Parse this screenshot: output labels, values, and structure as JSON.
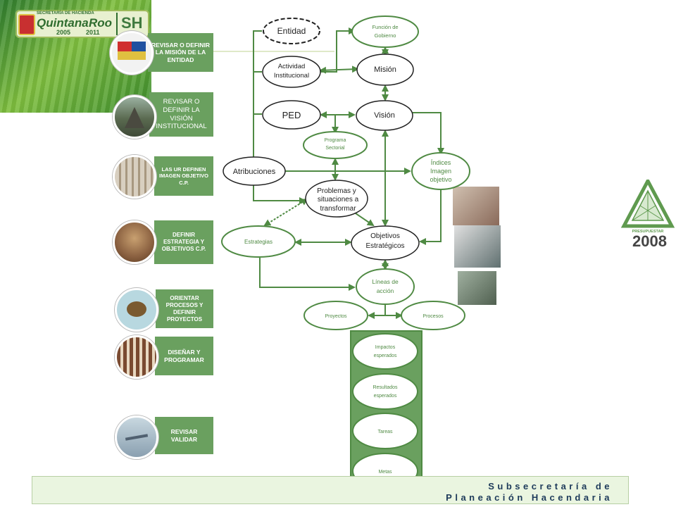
{
  "header": {
    "logo_line1": "SECRETARÍA DE HACIENDA",
    "logo_quintana": "Quintana",
    "logo_roo": "Roo",
    "logo_years_a": "2005",
    "logo_years_b": "2011",
    "logo_sh": "SH"
  },
  "steps": [
    {
      "label": "REVISAR O DEFINIR LA MISIÓN DE LA ENTIDAD",
      "photo": "flag-emblem-icon"
    },
    {
      "label": "REVISAR O DEFINIR LA VISIÓN INSTITUCIONAL",
      "photo": "pyramid-photo"
    },
    {
      "label": "LAS UR DEFINEN IMAGEN OBJETIVO C.P.",
      "photo": "group-photo"
    },
    {
      "label": "DEFINIR ESTRATEGIA Y OBJETIVOS C.P.",
      "photo": "battle-painting-photo"
    },
    {
      "label": "ORIENTAR PROCESOS Y DEFINIR PROYECTOS",
      "photo": "turtle-photo"
    },
    {
      "label": "DISEÑAR Y PROGRAMAR",
      "photo": "parade-photo"
    },
    {
      "label": "REVISAR VALIDAR",
      "photo": "aircraft-photo"
    }
  ],
  "diagram": {
    "entidad": "Entidad",
    "funcion_gobierno": [
      "Función de",
      "Gobierno"
    ],
    "actividad_institucional": [
      "Actividad",
      "Institucional"
    ],
    "mision": "Misión",
    "ped": "PED",
    "vision": "Visión",
    "programa_sectorial": [
      "Programa",
      "Sectorial"
    ],
    "atribuciones": "Atribuciones",
    "indices_imagen": [
      "Índices",
      "Imagen",
      "objetivo"
    ],
    "problemas": [
      "Problemas y",
      "situaciones a",
      "transformar"
    ],
    "estrategias": "Estrategias",
    "objetivos": [
      "Objetivos",
      "Estratégicos"
    ],
    "lineas_accion": [
      "Líneas de",
      "acción"
    ],
    "proyectos": "Proyectos",
    "procesos": "Procesos",
    "impactos": [
      "Impactos",
      "esperados"
    ],
    "resultados": [
      "Resultados",
      "esperados"
    ],
    "tareas": "Tareas",
    "metas": "Metas"
  },
  "side_logo": {
    "year": "2008",
    "caption": "PRESUPUESTAR"
  },
  "footer": {
    "line1": "Subsecretaría de",
    "line2": "Planeación Hacendaria"
  },
  "colors": {
    "green_dark": "#4f8a43",
    "green_card": "#6aa05f",
    "footer_text": "#1d3a5a"
  }
}
